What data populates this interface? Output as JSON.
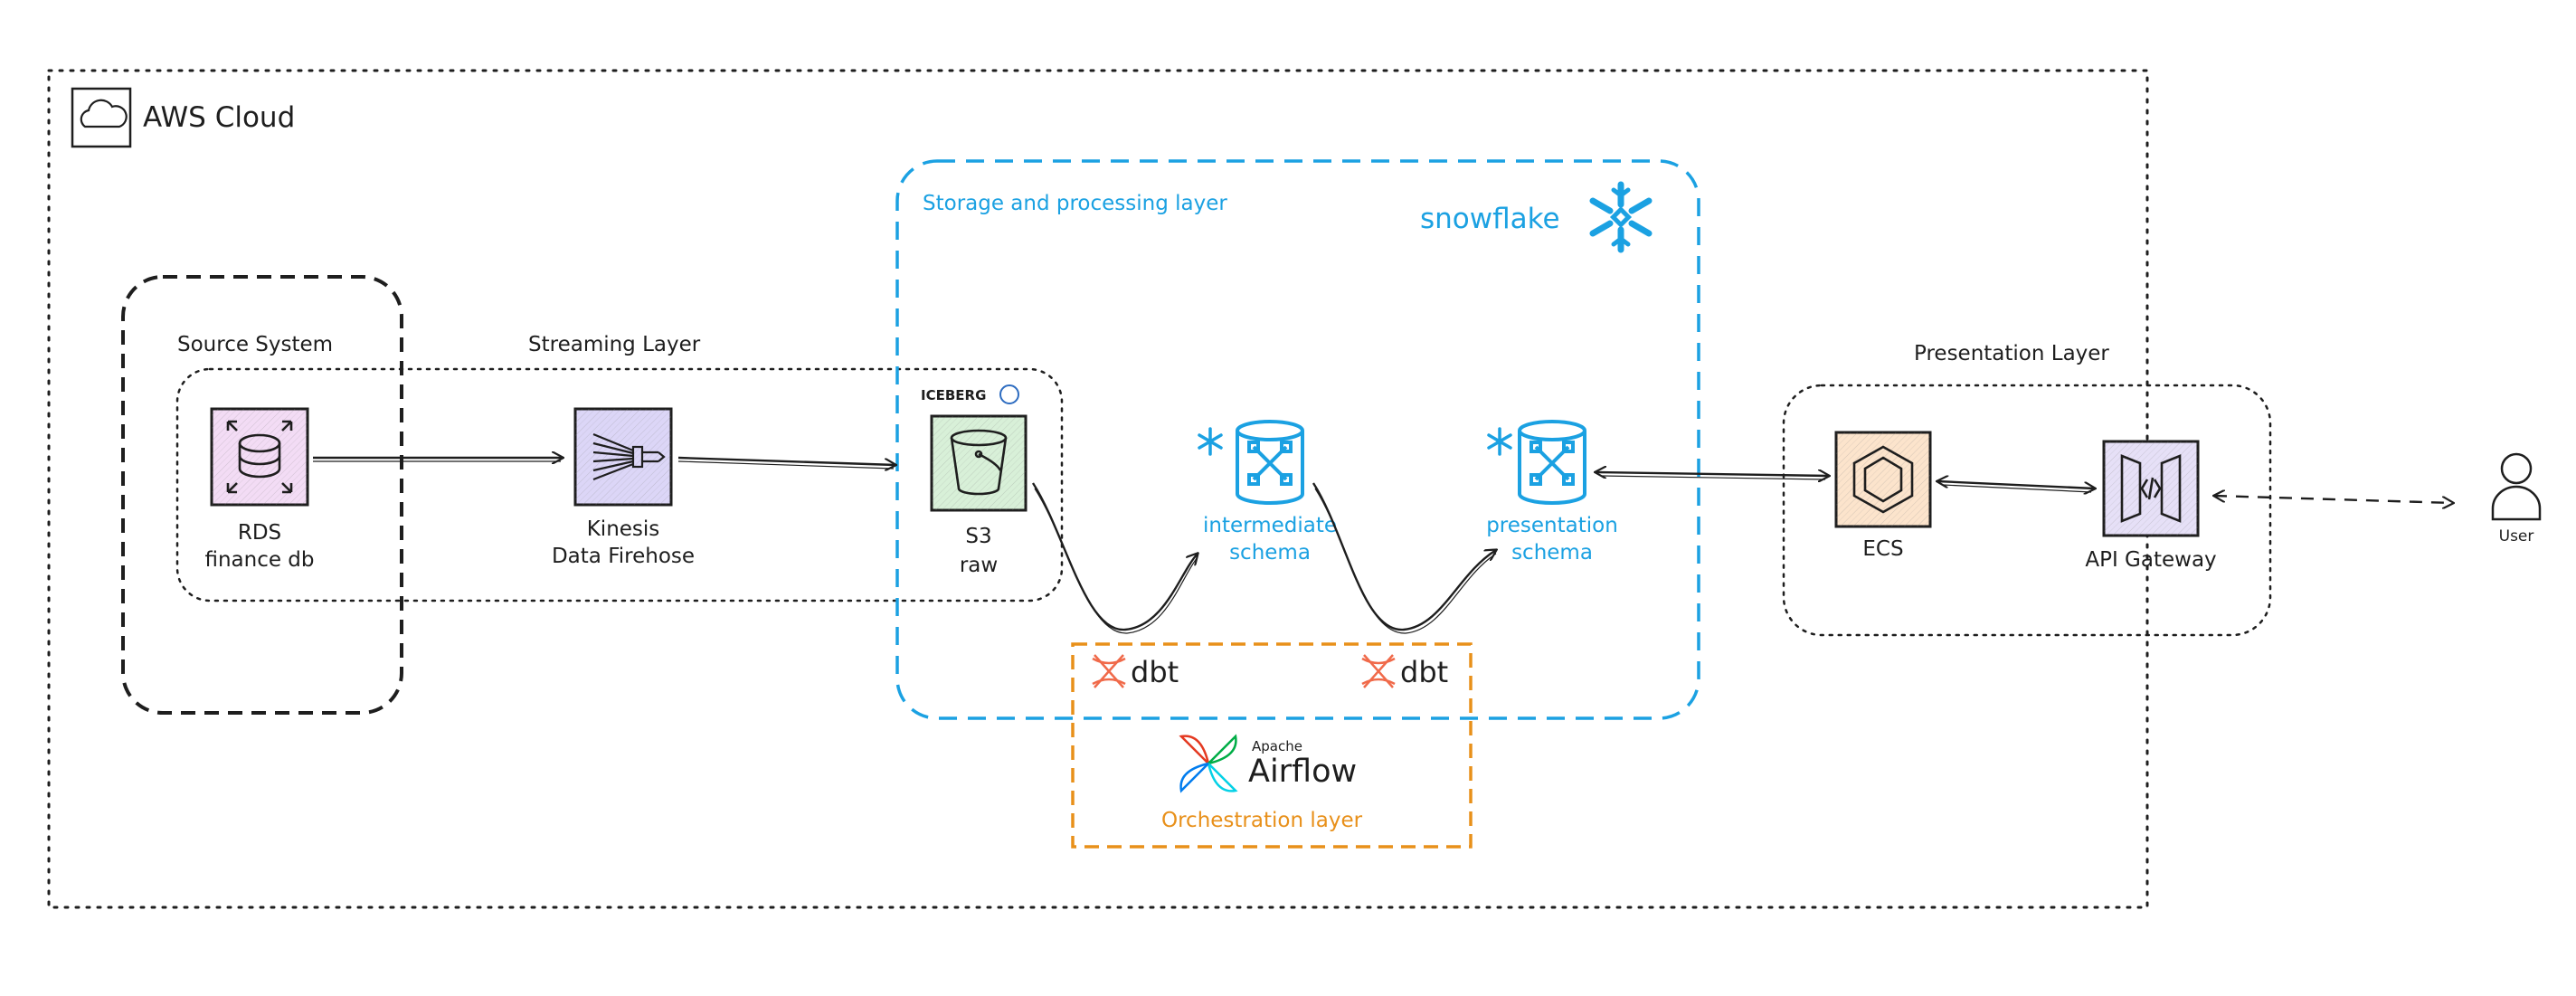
{
  "aws_cloud": {
    "label": "AWS Cloud"
  },
  "source_system": {
    "label": "Source System"
  },
  "streaming_layer": {
    "label": "Streaming Layer"
  },
  "storage_layer": {
    "label": "Storage and processing layer",
    "brand": "snowflake"
  },
  "presentation_layer": {
    "label": "Presentation Layer"
  },
  "orchestration_layer": {
    "label": "Orchestration layer"
  },
  "nodes": {
    "rds": {
      "line1": "RDS",
      "line2": "finance db",
      "icon": "database-icon"
    },
    "kinesis": {
      "line1": "Kinesis",
      "line2": "Data Firehose",
      "icon": "firehose-icon"
    },
    "s3": {
      "line1": "S3",
      "line2": "raw",
      "icon": "bucket-icon",
      "badge": "ICEBERG"
    },
    "intermediate": {
      "line1": "intermediate",
      "line2": "schema",
      "icon": "snowflake-schema-icon"
    },
    "presentation": {
      "line1": "presentation",
      "line2": "schema",
      "icon": "snowflake-schema-icon"
    },
    "ecs": {
      "line1": "ECS",
      "icon": "ecs-icon"
    },
    "api_gateway": {
      "line1": "API Gateway",
      "icon": "api-gateway-icon"
    },
    "user": {
      "line1": "User",
      "icon": "user-icon"
    }
  },
  "dbt": {
    "label1": "dbt",
    "label2": "dbt"
  },
  "airflow": {
    "small": "Apache",
    "big": "Airflow"
  },
  "colors": {
    "snowflake_blue": "#1ba1e2",
    "orchestration_orange": "#e8901a",
    "ink": "#1e1e1e",
    "rds_fill": "#f3dcf5",
    "kinesis_fill": "#dcd6f7",
    "s3_fill": "#d8f0d8",
    "ecs_fill": "#fce4cc",
    "api_fill": "#e6e0f7"
  }
}
